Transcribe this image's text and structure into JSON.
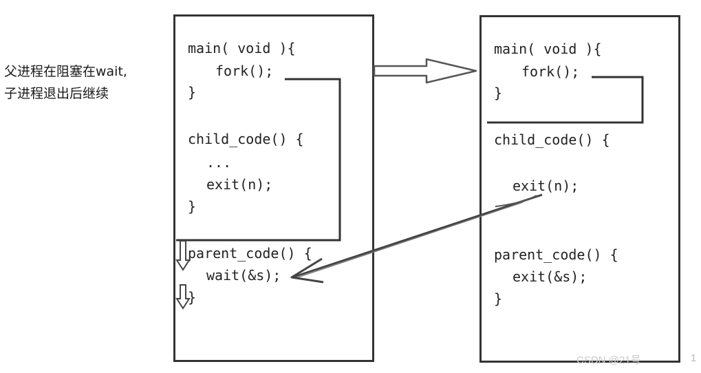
{
  "note": {
    "line1": "父进程在阻塞在wait,",
    "line2": "子进程退出后继续"
  },
  "left_panel": {
    "main_open": "main( void ){",
    "fork": "fork();",
    "main_close": "}",
    "child_open": "child_code() {",
    "child_dots": "...",
    "child_exit": "exit(n);",
    "child_close": "}",
    "parent_open": "parent_code() {",
    "parent_wait": "wait(&s);",
    "parent_close": "}"
  },
  "right_panel": {
    "main_open": "main( void ){",
    "fork": "fork();",
    "main_close": "}",
    "child_open": "child_code() {",
    "child_exit": "exit(n);",
    "parent_open": "parent_code() {",
    "parent_exit": "exit(&s);",
    "parent_close": "}"
  },
  "watermark": "CSDN @21号",
  "page_number": "1"
}
